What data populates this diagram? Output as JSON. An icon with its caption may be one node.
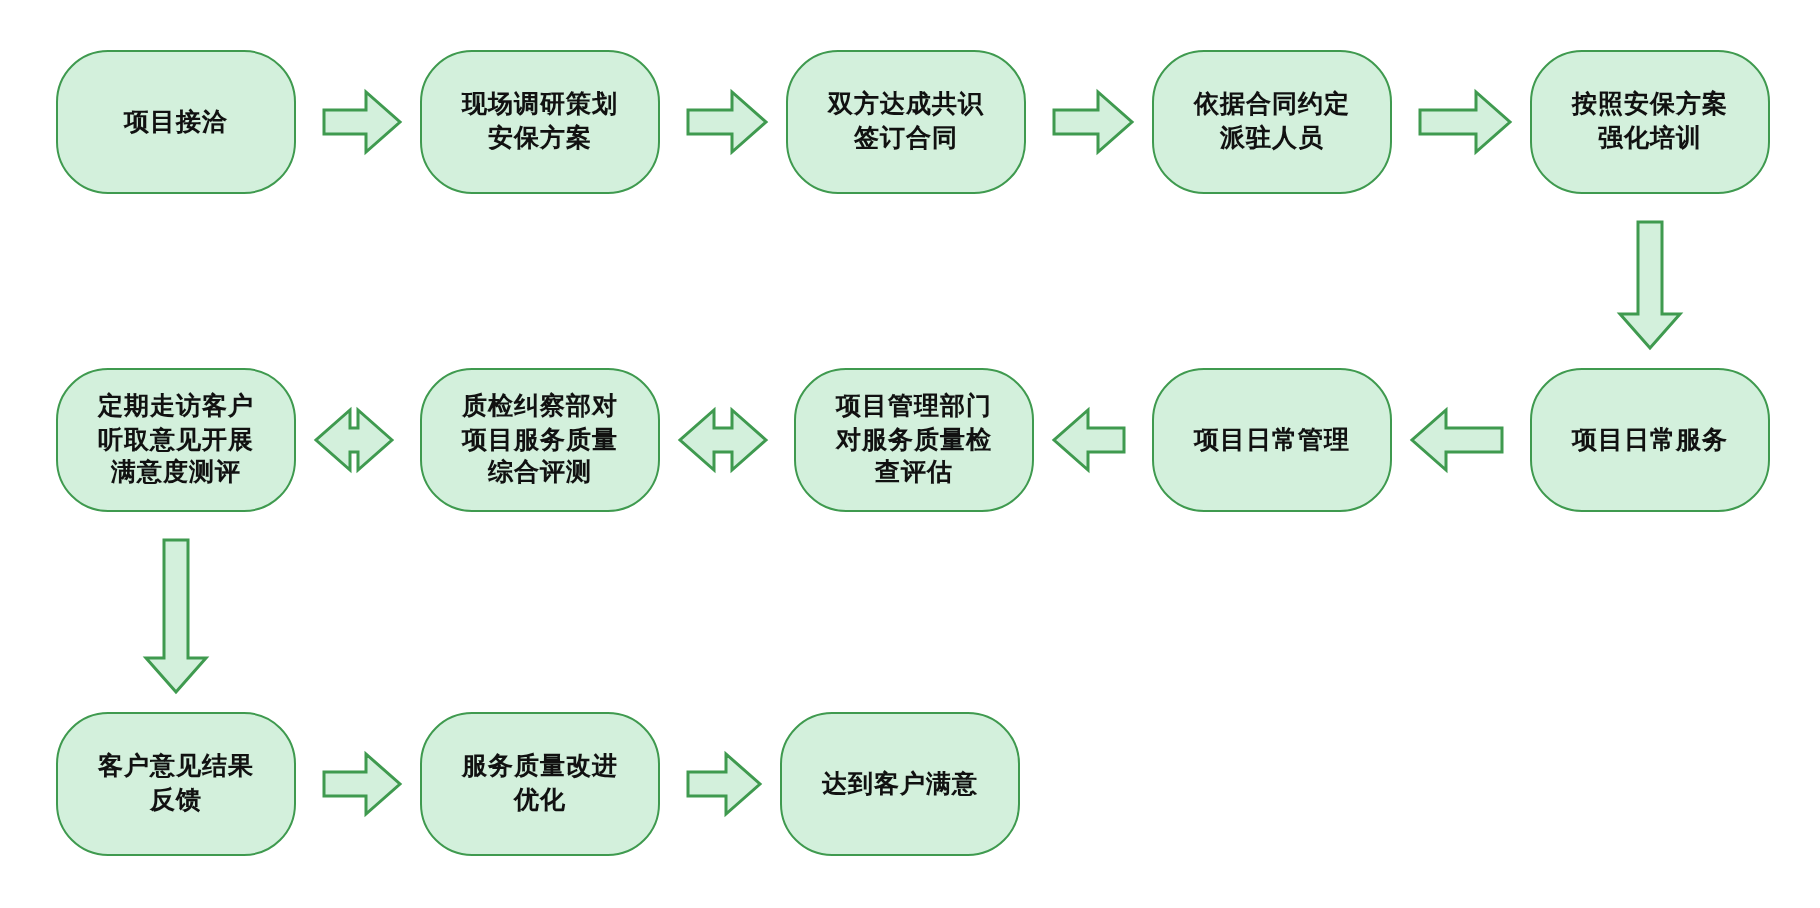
{
  "diagram": {
    "nodes": [
      {
        "text": [
          "项目接洽"
        ]
      },
      {
        "text": [
          "现场调研策划安保方案"
        ]
      },
      {
        "text": [
          "双方达成共识签订合同"
        ]
      },
      {
        "text": [
          "依据合同约定派驻人员"
        ]
      },
      {
        "text": [
          "按照安保方案强化培训"
        ]
      },
      {
        "text": [
          "项目日常服务"
        ]
      },
      {
        "text": [
          "项目日常管理"
        ]
      },
      {
        "text": [
          "项目管理部门对服务质量检查评估"
        ]
      },
      {
        "text": [
          "质检纠察部对项目服务质量综合评测"
        ]
      },
      {
        "text": [
          "定期走访客户听取意见开展满意度测评"
        ]
      },
      {
        "text": [
          "客户意见结果反馈"
        ]
      },
      {
        "text": [
          "服务质量改进优化"
        ]
      },
      {
        "text": [
          "达到客户满意"
        ]
      }
    ],
    "edges": [
      {
        "from": 0,
        "to": 1,
        "arrow": "to"
      },
      {
        "from": 1,
        "to": 2,
        "arrow": "to"
      },
      {
        "from": 2,
        "to": 3,
        "arrow": "to"
      },
      {
        "from": 3,
        "to": 4,
        "arrow": "to"
      },
      {
        "from": 4,
        "to": 5,
        "arrow": "to"
      },
      {
        "from": 5,
        "to": 6,
        "arrow": "to"
      },
      {
        "from": 6,
        "to": 7,
        "arrow": "to"
      },
      {
        "from": 7,
        "to": 8,
        "arrow": "both"
      },
      {
        "from": 8,
        "to": 9,
        "arrow": "both"
      },
      {
        "from": 9,
        "to": 10,
        "arrow": "to"
      },
      {
        "from": 10,
        "to": 11,
        "arrow": "to"
      },
      {
        "from": 11,
        "to": 12,
        "arrow": "to"
      }
    ]
  }
}
